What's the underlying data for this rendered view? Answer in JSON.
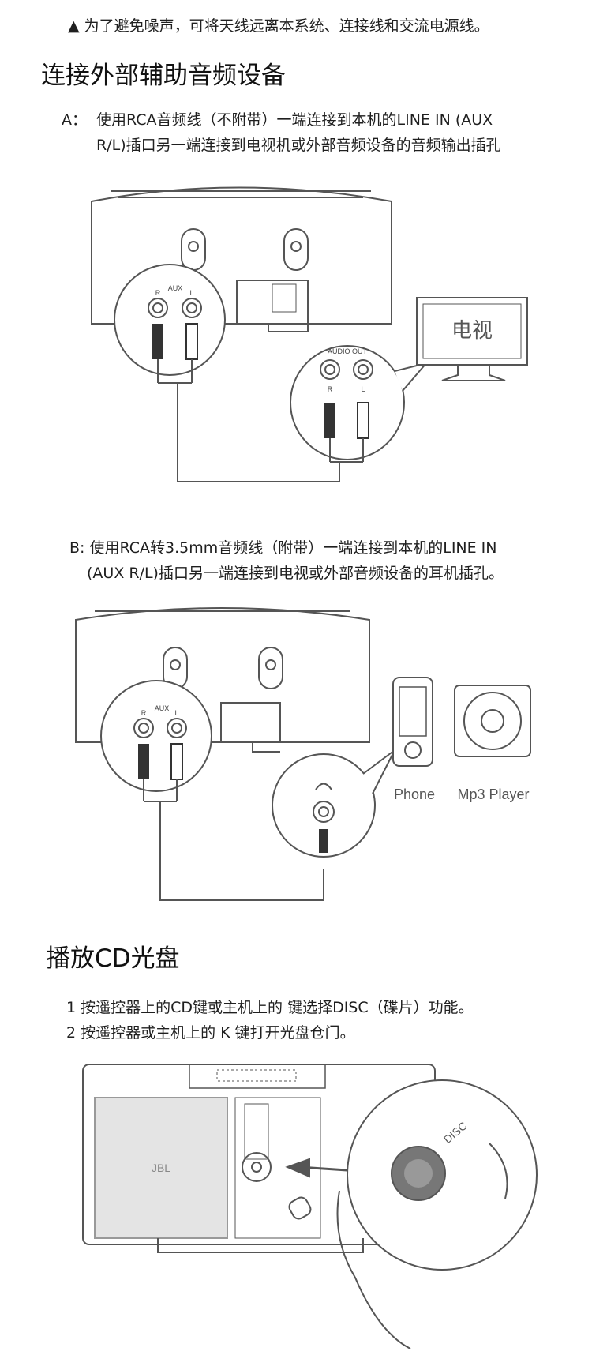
{
  "note": "▲ 为了避免噪声，可将天线远离本系统、连接线和交流电源线。",
  "section_aux": {
    "heading": "连接外部辅助音频设备",
    "step_a": {
      "prefix": "A：",
      "line1": "使用RCA音频线（不附带）一端连接到本机的LINE IN (AUX",
      "line2": "R/L)插口另一端连接到电视机或外部音频设备的音频输出插孔"
    },
    "fig_a": {
      "jack_group": "AUX",
      "jack_r": "R",
      "jack_l": "L",
      "out_group": "AUDIO OUT",
      "out_r": "R",
      "out_l": "L",
      "tv_label": "电视"
    },
    "step_b": {
      "line1": "B: 使用RCA转3.5mm音频线（附带）一端连接到本机的LINE IN",
      "line2": "(AUX R/L)插口另一端连接到电视或外部音频设备的耳机插孔。"
    },
    "fig_b": {
      "jack_group": "AUX",
      "jack_r": "R",
      "jack_l": "L",
      "phone_label": "Phone",
      "mp3_label": "Mp3 Player"
    }
  },
  "section_cd": {
    "heading": "播放CD光盘",
    "steps": [
      "1  按遥控器上的CD键或主机上的  键选择DISC（碟片）功能。",
      "2  按遥控器或主机上的 K 键打开光盘仓门。"
    ],
    "fig": {
      "brand": "JBL",
      "disc_logo": "DISC"
    }
  }
}
